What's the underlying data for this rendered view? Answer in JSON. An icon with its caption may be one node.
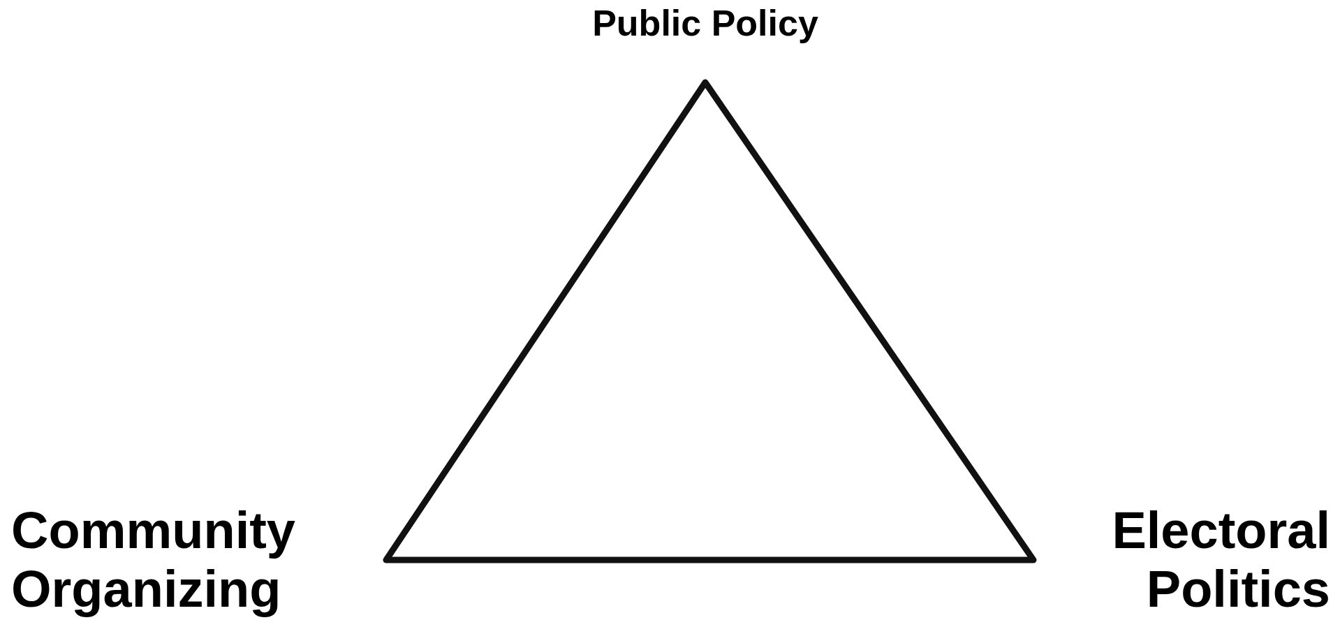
{
  "diagram": {
    "labels": [
      "Public Policy",
      "Community Organizing",
      "Electoral Politics"
    ]
  }
}
